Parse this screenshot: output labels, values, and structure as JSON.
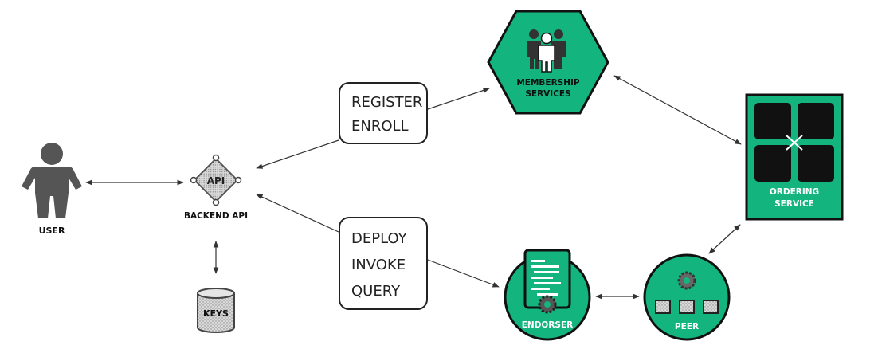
{
  "colors": {
    "accent": "#14b47f",
    "dark": "#111111",
    "grey": "#555555",
    "stroke": "#333333"
  },
  "nodes": {
    "user": {
      "label": "USER",
      "icon": "person-icon"
    },
    "api": {
      "badge": "API",
      "label": "BACKEND API",
      "icon": "api-diamond-icon"
    },
    "keys": {
      "label": "KEYS",
      "icon": "database-icon"
    },
    "membership": {
      "line1": "MEMBERSHIP",
      "line2": "SERVICES",
      "icon": "group-people-icon"
    },
    "ordering": {
      "line1": "ORDERING",
      "line2": "SERVICE",
      "icon": "ordering-grid-icon"
    },
    "endorser": {
      "label": "ENDORSER",
      "icon": "document-gear-icon"
    },
    "peer": {
      "label": "PEER",
      "icon": "gear-blocks-icon"
    }
  },
  "actions": {
    "identity": {
      "line1": "REGISTER",
      "line2": "ENROLL"
    },
    "transactions": {
      "line1": "DEPLOY",
      "line2": "INVOKE",
      "line3": "QUERY"
    }
  }
}
